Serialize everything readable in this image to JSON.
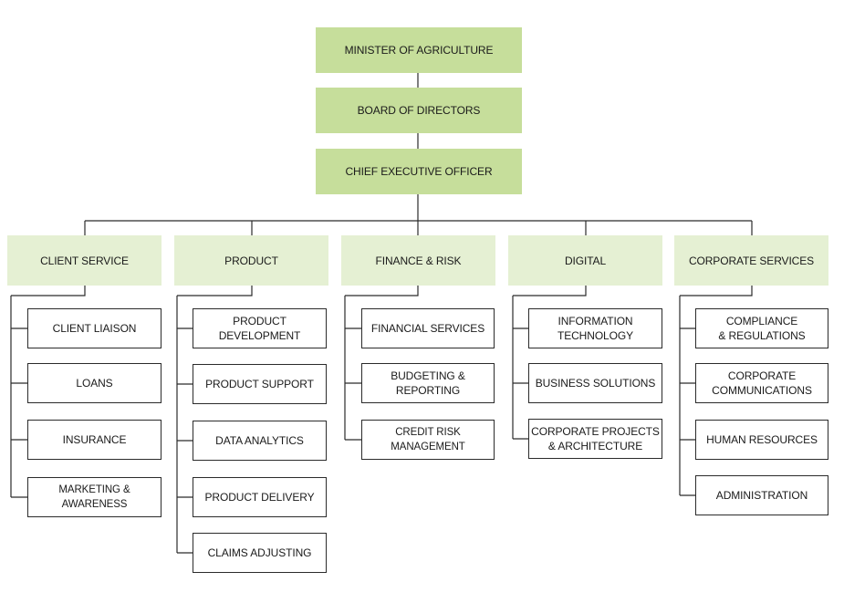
{
  "colors": {
    "executive_fill": "#c6de9b",
    "department_fill": "#e5f0d3",
    "unit_border": "#2b2b2b",
    "connector": "#2b2b2b"
  },
  "executive": {
    "minister": "MINISTER OF AGRICULTURE",
    "board": "BOARD OF DIRECTORS",
    "ceo": "CHIEF EXECUTIVE OFFICER"
  },
  "departments": [
    {
      "label": "CLIENT SERVICE",
      "units": [
        "CLIENT LIAISON",
        "LOANS",
        "INSURANCE",
        "MARKETING & AWARENESS"
      ]
    },
    {
      "label": "PRODUCT",
      "units": [
        "PRODUCT DEVELOPMENT",
        "PRODUCT SUPPORT",
        "DATA ANALYTICS",
        "PRODUCT DELIVERY",
        "CLAIMS ADJUSTING"
      ]
    },
    {
      "label": "FINANCE & RISK",
      "units": [
        "FINANCIAL SERVICES",
        "BUDGETING & REPORTING",
        "CREDIT RISK MANAGEMENT"
      ]
    },
    {
      "label": "DIGITAL",
      "units": [
        "INFORMATION\nTECHNOLOGY",
        "BUSINESS SOLUTIONS",
        "CORPORATE PROJECTS\n& ARCHITECTURE"
      ]
    },
    {
      "label": "CORPORATE SERVICES",
      "units": [
        "COMPLIANCE\n& REGULATIONS",
        "CORPORATE\nCOMMUNICATIONS",
        "HUMAN RESOURCES",
        "ADMINISTRATION"
      ]
    }
  ]
}
